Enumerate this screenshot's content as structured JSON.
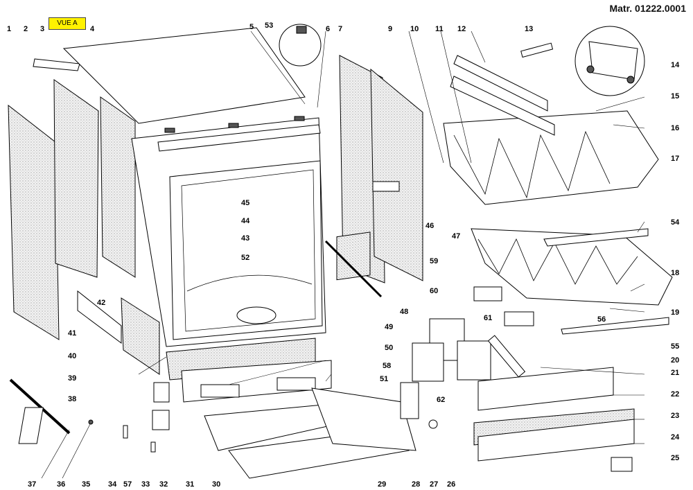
{
  "header": {
    "matr": "Matr. 01222.0001",
    "view_label": "VUE A"
  },
  "callouts": {
    "n1": "1",
    "n2": "2",
    "n3": "3",
    "n4": "4",
    "n5": "5",
    "n53": "53",
    "n6": "6",
    "n7": "7",
    "n9": "9",
    "n10": "10",
    "n11": "11",
    "n12": "12",
    "n13": "13",
    "n14": "14",
    "n15": "15",
    "n16": "16",
    "n17": "17",
    "n18": "18",
    "n19": "19",
    "n20": "20",
    "n21": "21",
    "n22": "22",
    "n23": "23",
    "n24": "24",
    "n25": "25",
    "n26": "26",
    "n27": "27",
    "n28": "28",
    "n29": "29",
    "n30": "30",
    "n31": "31",
    "n32": "32",
    "n33": "33",
    "n34": "34",
    "n35": "35",
    "n36": "36",
    "n37": "37",
    "n38": "38",
    "n39": "39",
    "n40": "40",
    "n41": "41",
    "n42": "42",
    "n43": "43",
    "n44": "44",
    "n45": "45",
    "n46": "46",
    "n47": "47",
    "n48": "48",
    "n49": "49",
    "n50": "50",
    "n51": "51",
    "n52": "52",
    "n54": "54",
    "n55": "55",
    "n56": "56",
    "n57": "57",
    "n58": "58",
    "n59": "59",
    "n60": "60",
    "n61": "61",
    "n62": "62"
  }
}
